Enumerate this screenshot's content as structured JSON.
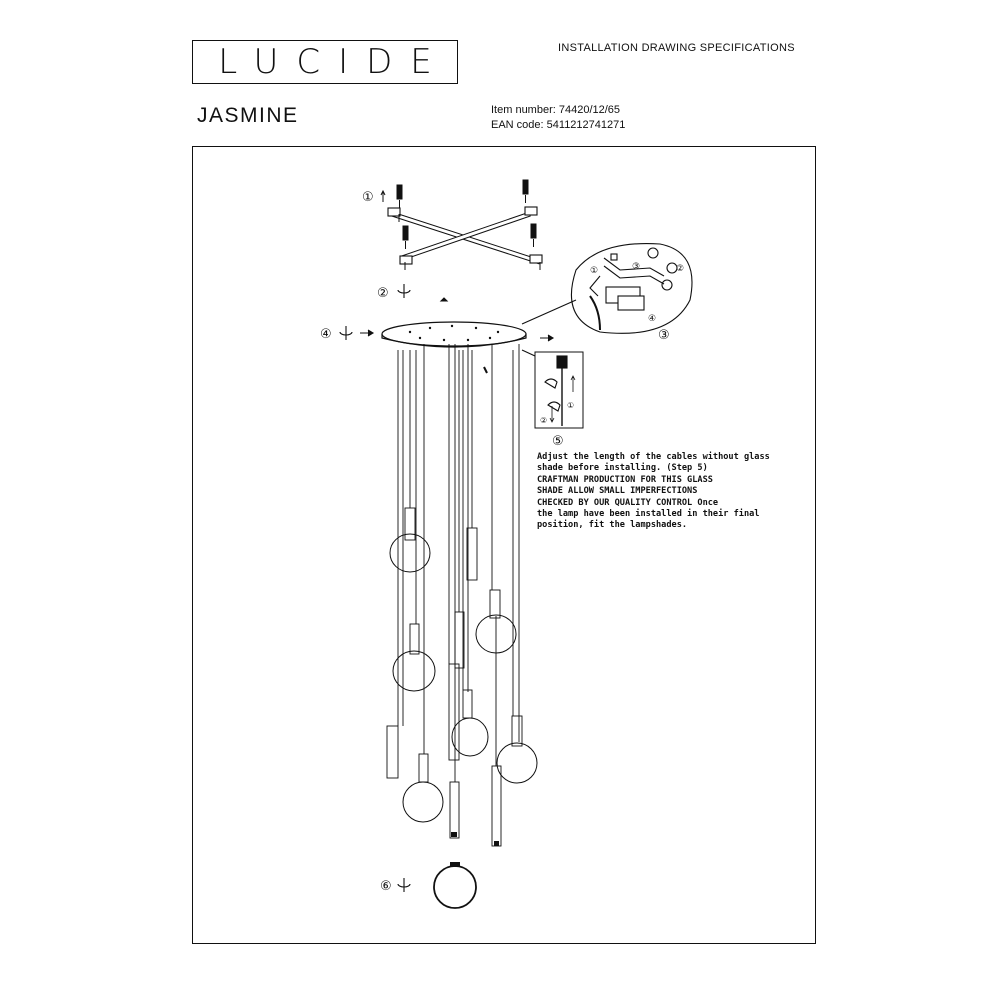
{
  "brand": {
    "logo_text": "LUCIDE"
  },
  "header": {
    "doc_title": "INSTALLATION DRAWING SPECIFICATIONS",
    "product_name": "JASMINE",
    "item_number_label": "Item number:",
    "item_number": "74420/12/65",
    "ean_label": "EAN code:",
    "ean": "5411212741271"
  },
  "steps": {
    "s1": "①",
    "s2": "②",
    "s3": "③",
    "s4": "④",
    "s5": "⑤",
    "s6": "⑥",
    "mini1": "①",
    "mini2": "②",
    "mini3": "③",
    "mini4": "④"
  },
  "notes": [
    "Adjust the length of the cables without glass",
    "shade before installing. (Step 5)",
    "CRAFTMAN PRODUCTION FOR THIS GLASS",
    "SHADE ALLOW SMALL IMPERFECTIONS",
    "CHECKED BY OUR QUALITY CONTROL Once",
    "the lamp have been installed in their final",
    "position, fit the lampshades."
  ],
  "colors": {
    "ink": "#111111",
    "paper": "#ffffff"
  }
}
